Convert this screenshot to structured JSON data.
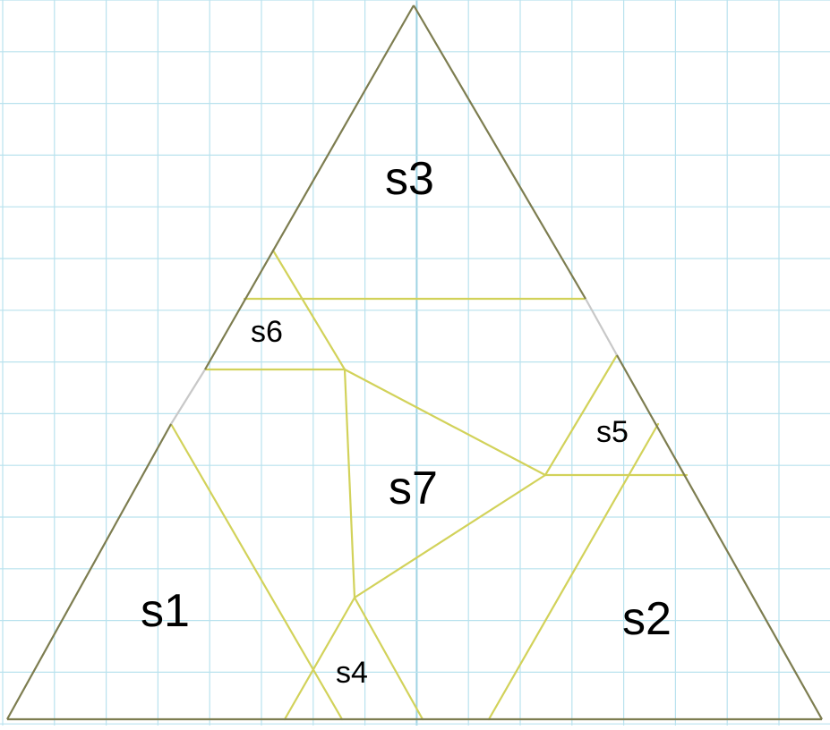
{
  "diagram": {
    "regions": [
      {
        "id": "s1",
        "label": "s1"
      },
      {
        "id": "s2",
        "label": "s2"
      },
      {
        "id": "s3",
        "label": "s3"
      },
      {
        "id": "s4",
        "label": "s4"
      },
      {
        "id": "s5",
        "label": "s5"
      },
      {
        "id": "s6",
        "label": "s6"
      },
      {
        "id": "s7",
        "label": "s7"
      }
    ]
  },
  "colors": {
    "background": "#ffffff",
    "grid_line": "#b9e2ee",
    "grid_center_line": "#9fd3e3",
    "outline": "#7d7d50",
    "dissection_line": "#d2d25a",
    "gap_segment": "#c8c8c8",
    "label_text": "#000000"
  }
}
